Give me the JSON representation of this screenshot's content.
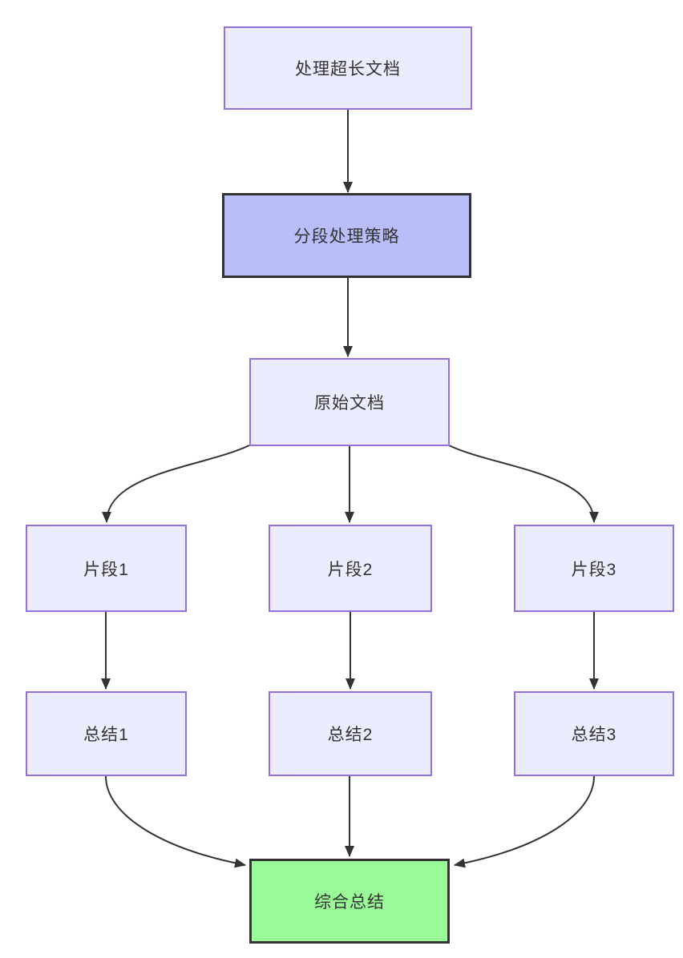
{
  "diagram": {
    "type": "flowchart",
    "direction": "top-down",
    "nodes": {
      "process_doc": {
        "label": "处理超长文档",
        "style": "default"
      },
      "strategy": {
        "label": "分段处理策略",
        "style": "highlight"
      },
      "original_doc": {
        "label": "原始文档",
        "style": "default"
      },
      "segment1": {
        "label": "片段1",
        "style": "default"
      },
      "segment2": {
        "label": "片段2",
        "style": "default"
      },
      "segment3": {
        "label": "片段3",
        "style": "default"
      },
      "summary1": {
        "label": "总结1",
        "style": "default"
      },
      "summary2": {
        "label": "总结2",
        "style": "default"
      },
      "summary3": {
        "label": "总结3",
        "style": "default"
      },
      "final_summary": {
        "label": "综合总结",
        "style": "final"
      }
    },
    "edges": [
      {
        "from": "process_doc",
        "to": "strategy"
      },
      {
        "from": "strategy",
        "to": "original_doc"
      },
      {
        "from": "original_doc",
        "to": "segment1"
      },
      {
        "from": "original_doc",
        "to": "segment2"
      },
      {
        "from": "original_doc",
        "to": "segment3"
      },
      {
        "from": "segment1",
        "to": "summary1"
      },
      {
        "from": "segment2",
        "to": "summary2"
      },
      {
        "from": "segment3",
        "to": "summary3"
      },
      {
        "from": "summary1",
        "to": "final_summary"
      },
      {
        "from": "summary2",
        "to": "final_summary"
      },
      {
        "from": "summary3",
        "to": "final_summary"
      }
    ],
    "colors": {
      "node_fill": "#ECECFF",
      "node_border": "#9370DB",
      "highlight_fill": "#B9BDF9",
      "highlight_border": "#333333",
      "final_fill": "#98FB98",
      "final_border": "#333333",
      "edge": "#333333",
      "text": "#333333",
      "background": "#FFFFFF"
    }
  }
}
